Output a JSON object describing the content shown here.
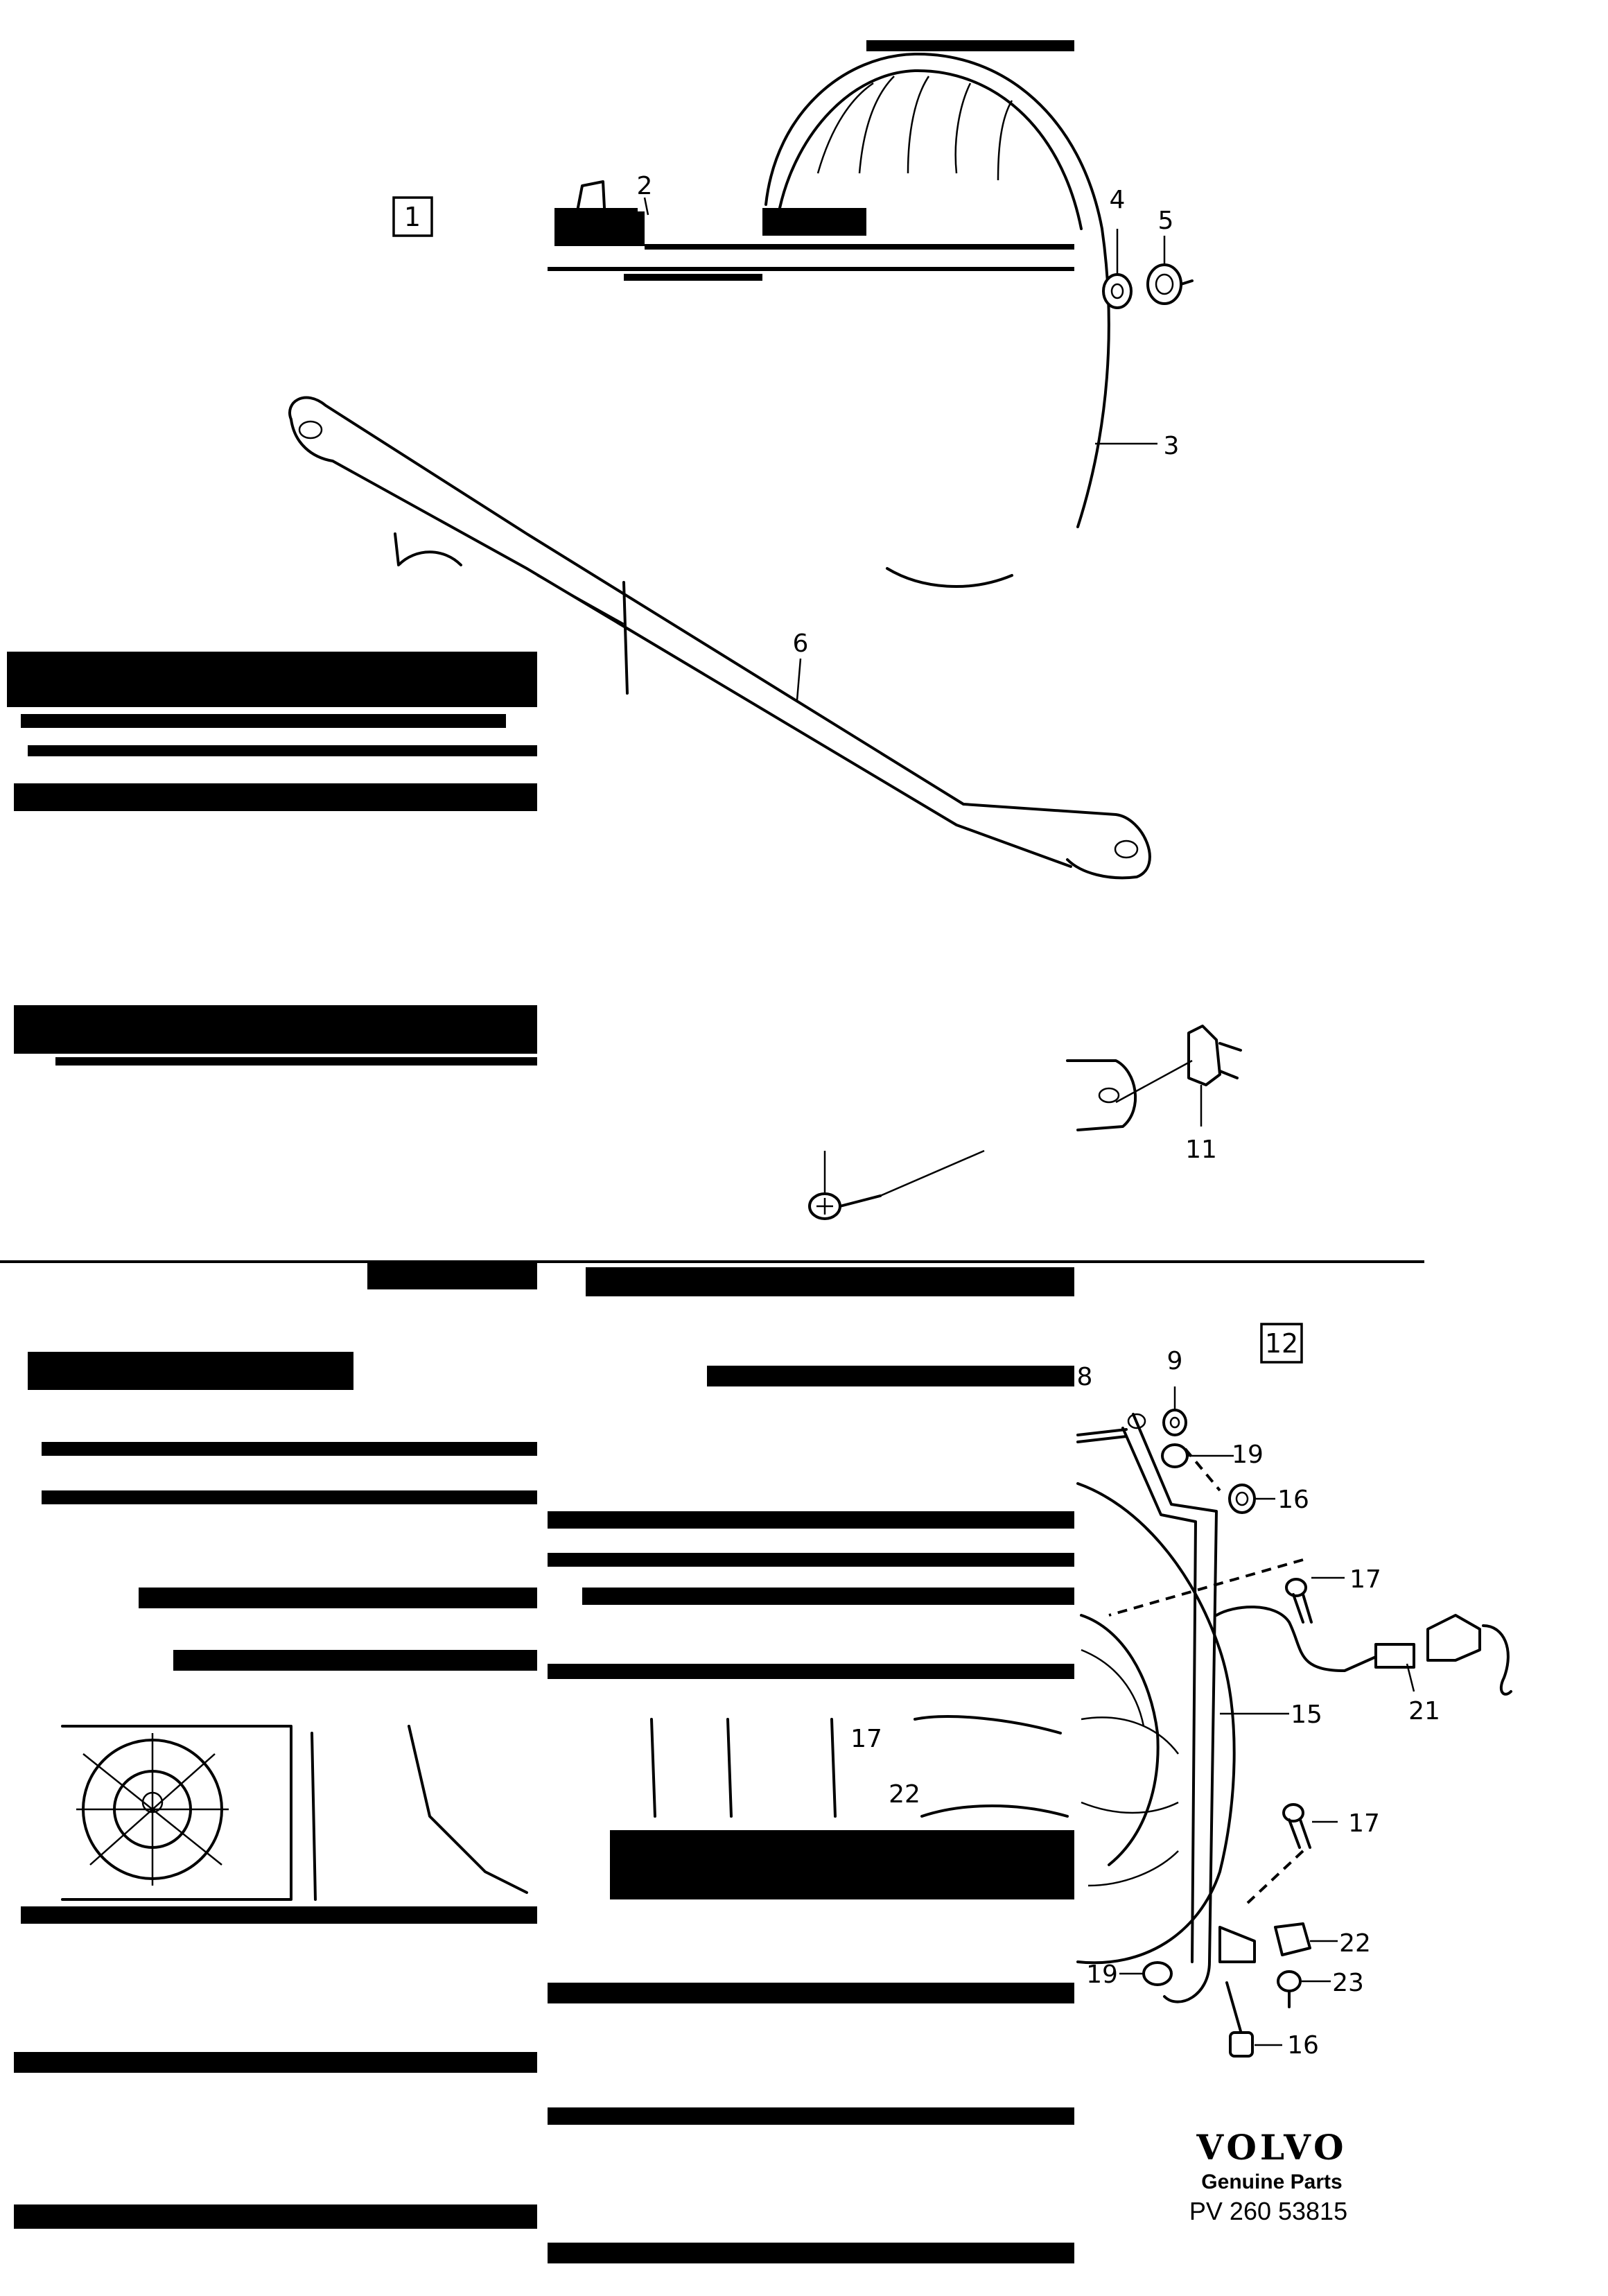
{
  "figure_boxes": {
    "top": "1",
    "bottom": "12"
  },
  "callouts_top": [
    "2",
    "3",
    "4",
    "5",
    "6",
    "11"
  ],
  "callouts_bottom": [
    "8",
    "9",
    "19",
    "16",
    "17",
    "21",
    "15",
    "17",
    "22",
    "23",
    "19",
    "16",
    "17",
    "22"
  ],
  "footer": {
    "brand": "VOLVO",
    "tagline": "Genuine Parts",
    "part_number": "PV 260 53815"
  }
}
